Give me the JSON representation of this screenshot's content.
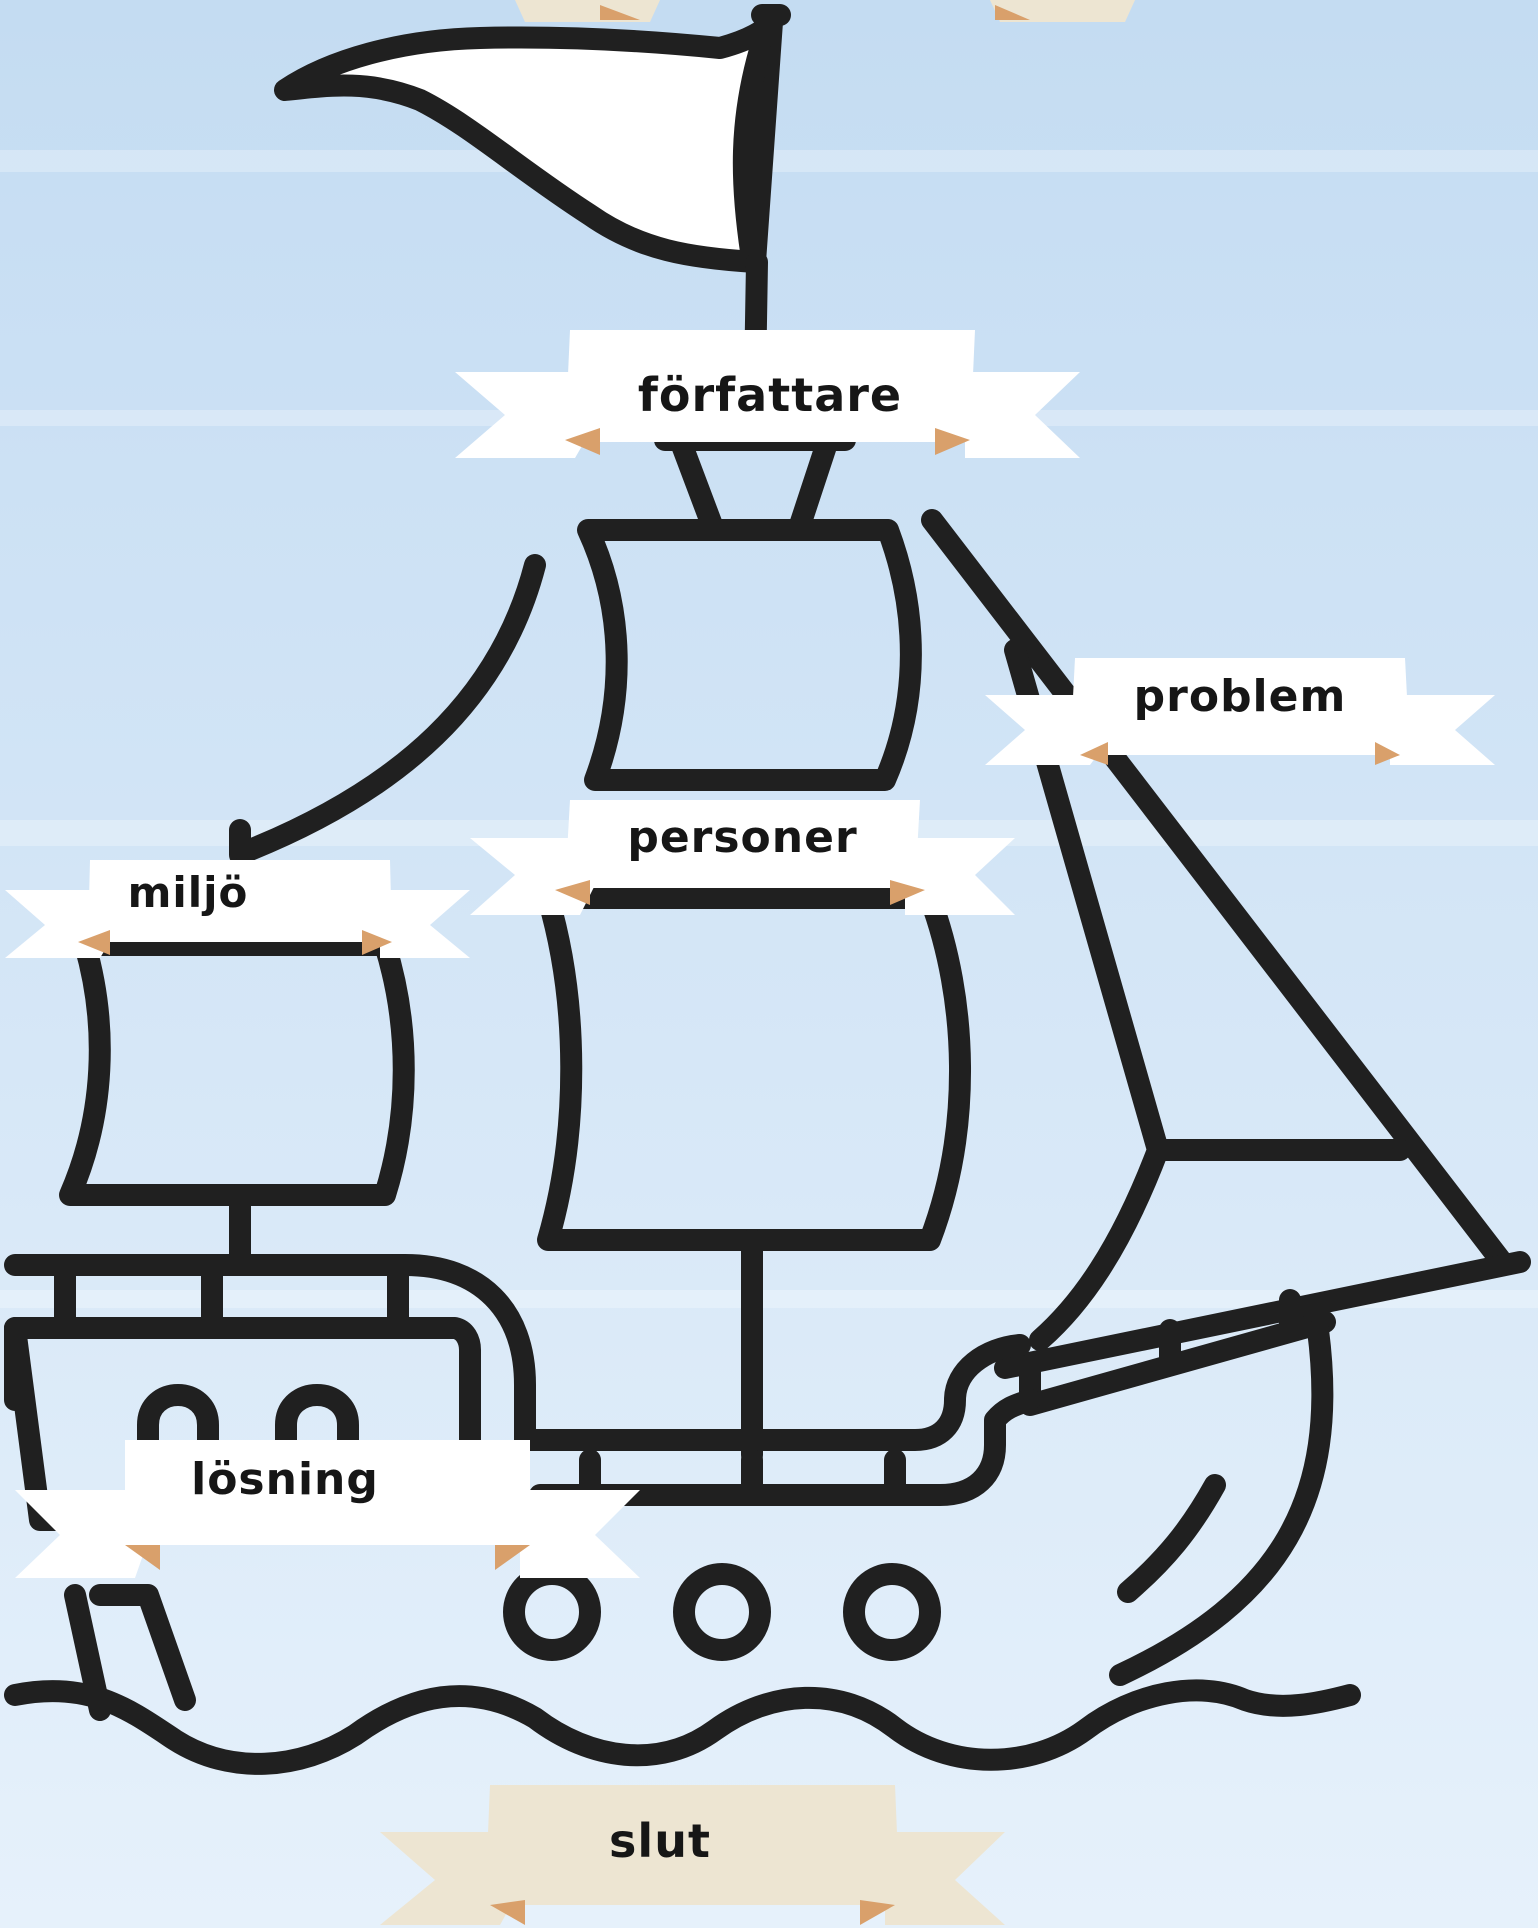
{
  "labels": {
    "author": "författare",
    "problem": "problem",
    "characters": "personer",
    "setting": "miljö",
    "solution": "lösning",
    "ending": "slut"
  },
  "colors": {
    "sky_top": "#c4dcf2",
    "sky_bottom": "#e4f0fb",
    "outline": "#202020",
    "ribbon_white": "#ffffff",
    "ribbon_cream": "#ede5d2",
    "ribbon_fold": "#d9a06b"
  }
}
